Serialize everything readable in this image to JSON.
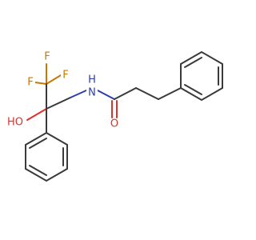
{
  "molecule": {
    "labels": {
      "f_top_left": "F",
      "f_top_right": "F",
      "f_left": "F",
      "hydroxyl": "HO",
      "amine": "N",
      "amine_h": "H",
      "carbonyl_o": "O"
    },
    "colors": {
      "bond": "#3a3a3a",
      "nitrogen": "#2d3ea8",
      "oxygen": "#e0312b",
      "fluorine": "#c87800",
      "background": "#ffffff"
    }
  }
}
